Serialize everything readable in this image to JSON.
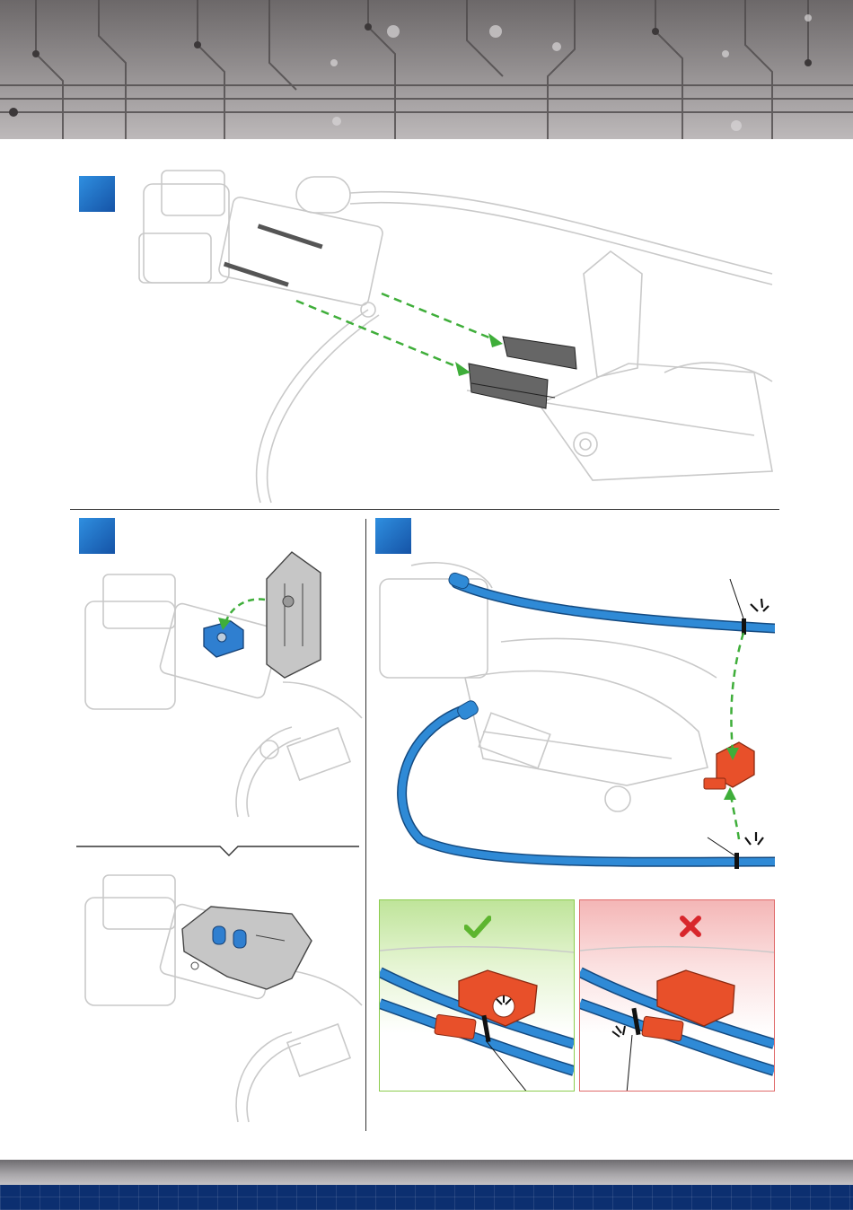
{
  "header": {
    "pattern": "circuit-board",
    "colors": {
      "dark": "#6c6869",
      "light": "#bdb9ba"
    }
  },
  "steps": [
    {
      "id": "step-a",
      "label": ""
    },
    {
      "id": "step-b",
      "label": ""
    },
    {
      "id": "step-c",
      "label": ""
    }
  ],
  "result_panels": {
    "correct": {
      "icon": "check-mark-icon",
      "color": "#5db52f"
    },
    "incorrect": {
      "icon": "cross-mark-icon",
      "color": "#d8262c"
    }
  },
  "colors": {
    "step_badge": "#1e6cc4",
    "cable": "#2a86cc",
    "clip": "#e8502a",
    "arrow": "#3fae3a"
  },
  "footer": {
    "pattern": "grid",
    "color": "#0c2f70"
  }
}
